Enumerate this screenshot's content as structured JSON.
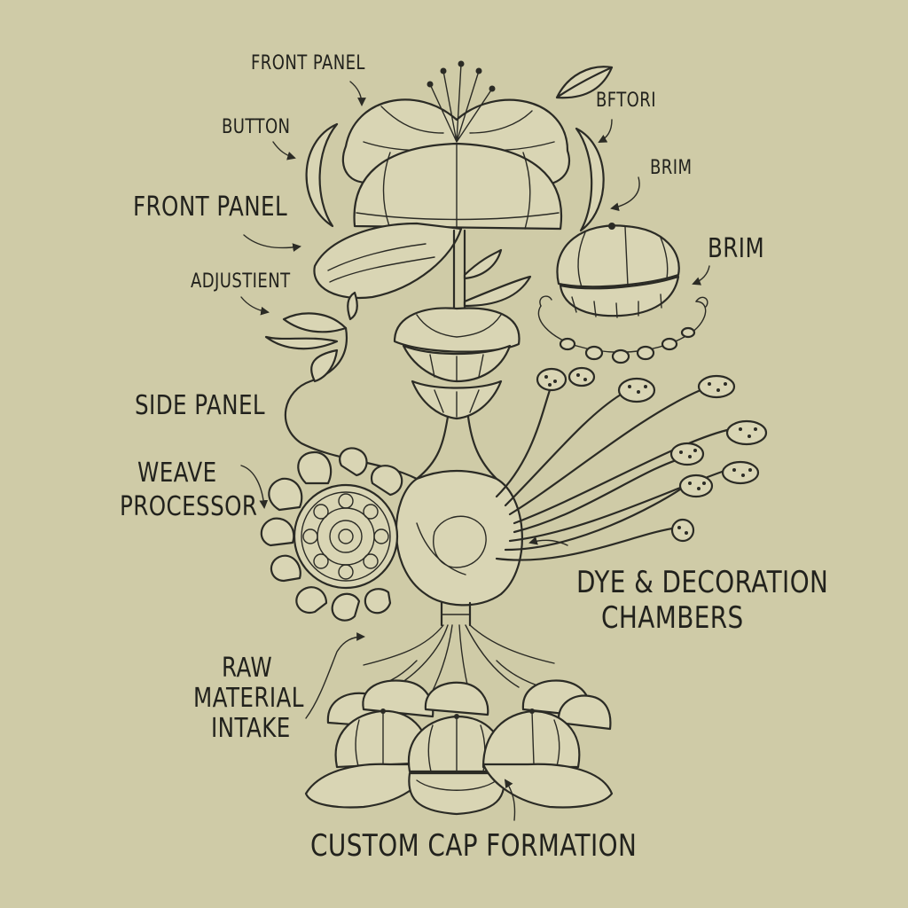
{
  "labels": {
    "front_panel_top": "FRONT PANEL",
    "button": "BUTTON",
    "front_panel_large": "FRONT PANEL",
    "adjustment": "ADJUSTIENT",
    "bftori": "BFTORI",
    "brim_1": "BRIM",
    "brim_2": "BRIM",
    "side_panel": "SIDE PANEL",
    "weave_processor_1": "WEAVE",
    "weave_processor_2": "PROCESSOR",
    "dye_chambers_1": "DYE & DECORATION",
    "dye_chambers_2": "CHAMBERS",
    "raw_material_1": "RAW",
    "raw_material_2": "MATERIAL",
    "raw_material_3": "INTAKE",
    "custom_cap": "CUSTOM CAP FORMATION"
  },
  "colors": {
    "paper": "#cfcba7",
    "ink": "#2b2b25"
  }
}
